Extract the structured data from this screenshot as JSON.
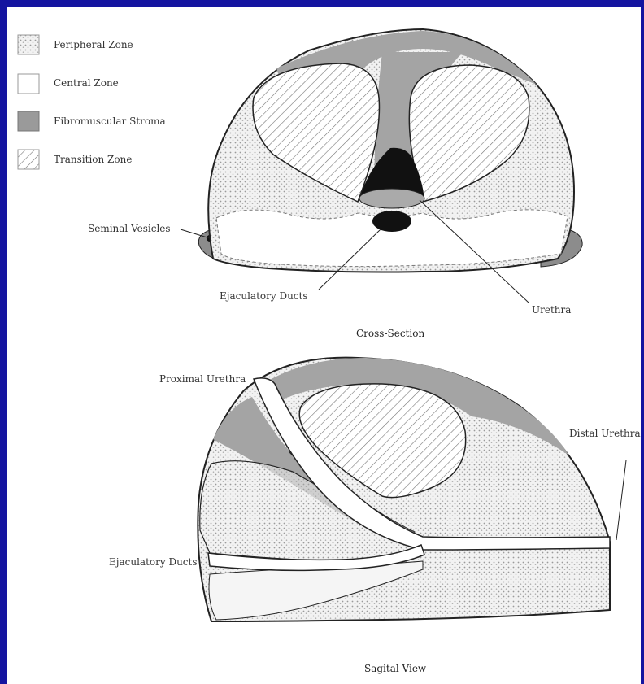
{
  "legend": [
    {
      "key": "peripheral",
      "label": "Peripheral Zone",
      "fill": "url(#dots)"
    },
    {
      "key": "central",
      "label": "Central Zone",
      "fill": "#ffffff"
    },
    {
      "key": "stroma",
      "label": "Fibromuscular Stroma",
      "fill": "#9a9a9a"
    },
    {
      "key": "transition",
      "label": "Transition Zone",
      "fill": "url(#hatch)"
    }
  ],
  "cross_section": {
    "caption": "Cross-Section",
    "labels": {
      "seminal_vesicles": "Seminal Vesicles",
      "ejaculatory_ducts": "Ejaculatory Ducts",
      "urethra": "Urethra"
    }
  },
  "sagittal": {
    "caption": "Sagital View",
    "labels": {
      "proximal_urethra": "Proximal Urethra",
      "distal_urethra": "Distal Urethra",
      "ejaculatory_ducts": "Ejaculatory Ducts"
    }
  },
  "colors": {
    "frame": "#1414a0",
    "stroma": "#9a9a9a",
    "dark": "#111111",
    "outline": "#222222"
  }
}
